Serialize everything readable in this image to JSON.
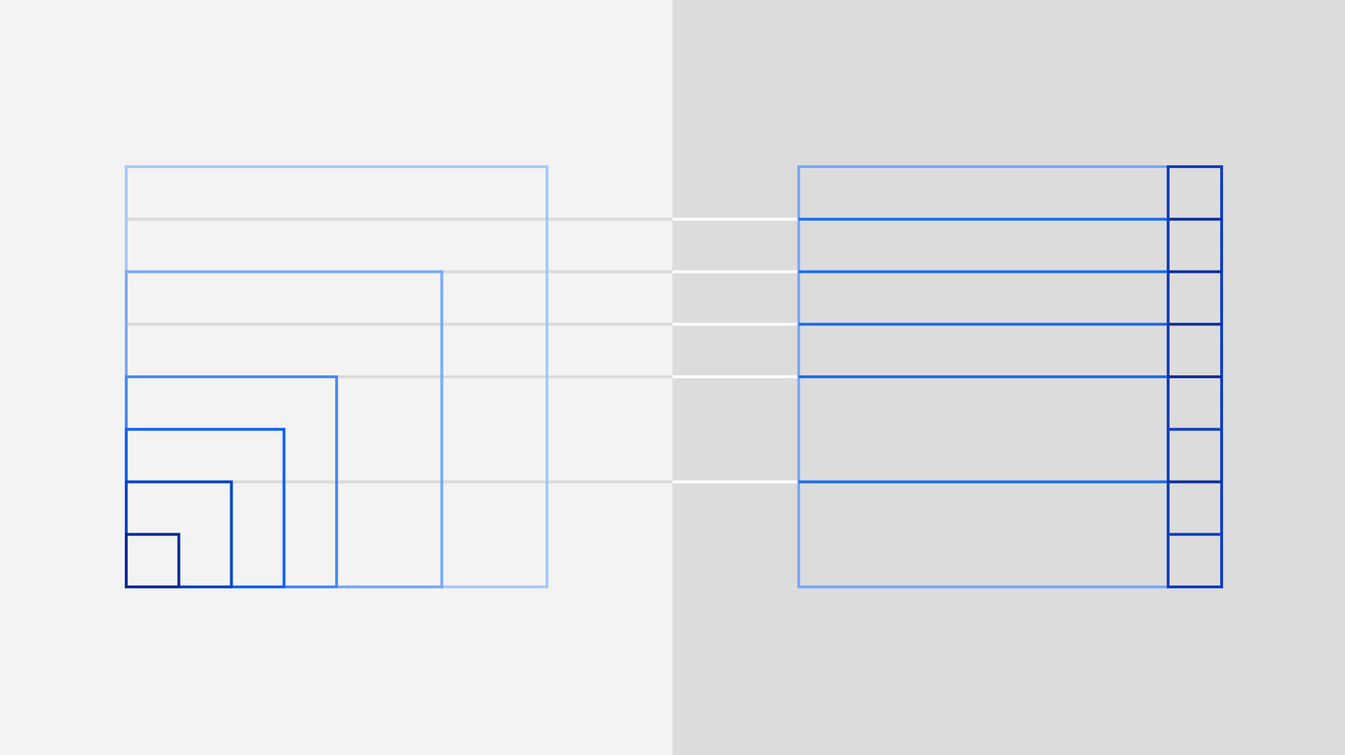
{
  "colors": {
    "left_background": "#f3f3f3",
    "right_background": "#dcdcdc",
    "left_guide": "#dadada",
    "right_guide": "#ffffff",
    "scale_1": "#a6c8ff",
    "scale_2": "#78a9ff",
    "scale_3": "#4589ff",
    "scale_4": "#0f62fe",
    "scale_5": "#0043ce",
    "scale_6": "#002d9c",
    "row_line": "#1a6cf0",
    "column_outline": "#0f3fc2",
    "column_divider": "#0a2f9c"
  },
  "nested_squares": [
    {
      "size": 8,
      "color": "scale_1"
    },
    {
      "size": 6,
      "color": "scale_2"
    },
    {
      "size": 4,
      "color": "scale_3"
    },
    {
      "size": 3,
      "color": "scale_4"
    },
    {
      "size": 2,
      "color": "scale_5"
    },
    {
      "size": 1,
      "color": "scale_6"
    }
  ],
  "grid": {
    "total_units": 8,
    "row_boundaries": [
      2,
      4,
      5,
      6,
      7
    ],
    "column_units": 8,
    "column_minor_dividers": [
      1,
      3
    ]
  }
}
